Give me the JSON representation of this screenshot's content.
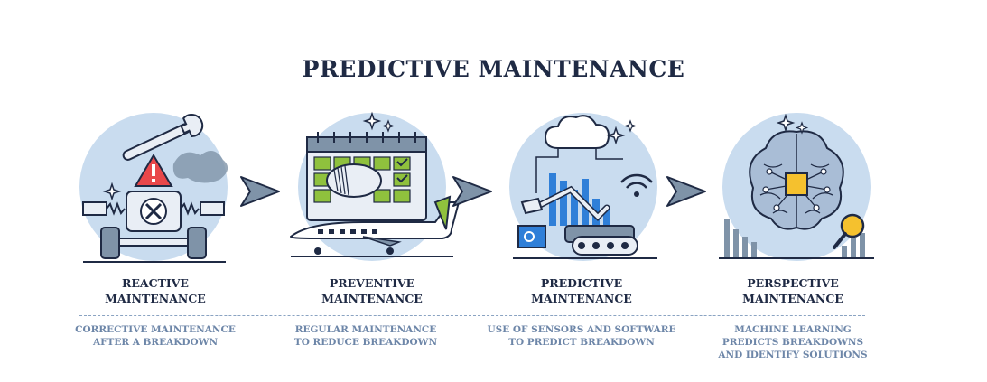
{
  "title": "PREDICTIVE MAINTENANCE",
  "stages": [
    {
      "name_line1": "REACTIVE",
      "name_line2": "MAINTENANCE",
      "desc_line1": "CORRECTIVE MAINTENANCE",
      "desc_line2": "AFTER A BREAKDOWN",
      "desc_line3": "",
      "icon": "broken-machine-icon"
    },
    {
      "name_line1": "PREVENTIVE",
      "name_line2": "MAINTENANCE",
      "desc_line1": "REGULAR MAINTENANCE",
      "desc_line2": "TO REDUCE BREAKDOWN",
      "desc_line3": "",
      "icon": "calendar-airplane-icon"
    },
    {
      "name_line1": "PREDICTIVE",
      "name_line2": "MAINTENANCE",
      "desc_line1": "USE OF SENSORS AND SOFTWARE",
      "desc_line2": "TO PREDICT BREAKDOWN",
      "desc_line3": "",
      "icon": "sensors-robot-arm-icon"
    },
    {
      "name_line1": "PERSPECTIVE",
      "name_line2": "MAINTENANCE",
      "desc_line1": "MACHINE LEARNING",
      "desc_line2": "PREDICTS BREAKDOWNS",
      "desc_line3": "AND IDENTIFY SOLUTIONS",
      "icon": "ai-brain-chip-icon"
    }
  ],
  "colors": {
    "title": "#1f2a44",
    "circle": "#c9dcef",
    "accent_green": "#8fc13d",
    "warning_red": "#e9474a",
    "chip_yellow": "#f5c12e",
    "bar_blue": "#2f7fd8",
    "arrow": "#7f93a8",
    "desc": "#6d86a8"
  }
}
